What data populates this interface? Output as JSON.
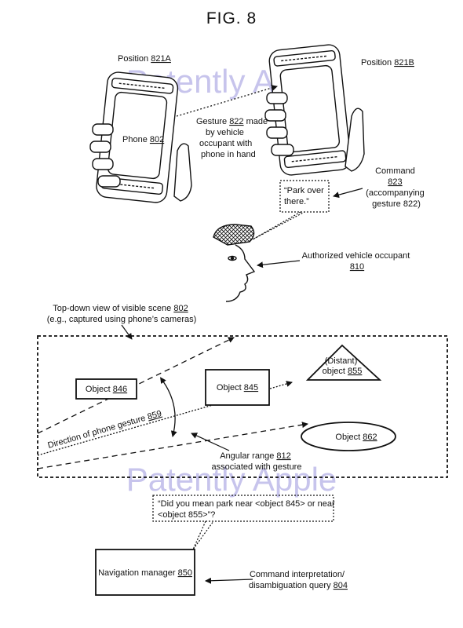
{
  "figure": {
    "title": "FIG. 8"
  },
  "watermark": {
    "top": "Patently Apple",
    "bottom": "Patently Apple"
  },
  "phone_left": {
    "position_text": "Position ",
    "position_ref": "821A",
    "label_text": "Phone ",
    "label_ref": "802"
  },
  "phone_right": {
    "position_text": "Position ",
    "position_ref": "821B"
  },
  "gesture": {
    "line1_text": "Gesture ",
    "line1_ref": "822",
    "line1_tail": " made",
    "line2": "by vehicle",
    "line3": "occupant with",
    "line4": "phone in hand"
  },
  "speech": {
    "line1": "“Park over",
    "line2": "there.”"
  },
  "command": {
    "line1": "Command",
    "ref": "823",
    "line3": "(accompanying",
    "line4": "gesture 822)"
  },
  "occupant": {
    "line1": "Authorized vehicle occupant",
    "ref": "810"
  },
  "scene_view": {
    "line1_text": "Top-down view of visible scene ",
    "line1_ref": "802",
    "line2": "(e.g., captured using phone’s cameras)"
  },
  "objects": {
    "o846": {
      "text": "Object ",
      "ref": "846"
    },
    "o845": {
      "text": "Object ",
      "ref": "845"
    },
    "o855": {
      "line1": "(Distant)",
      "text": "object ",
      "ref": "855"
    },
    "o862": {
      "text": "Object ",
      "ref": "862"
    }
  },
  "direction": {
    "text": "Direction of phone gesture ",
    "ref": "859"
  },
  "angular": {
    "line1_text": "Angular range ",
    "line1_ref": "812",
    "line2": "associated with gesture"
  },
  "query": {
    "line1": "“Did you mean park near <object 845> or near",
    "line2": "<object 855>”?"
  },
  "nav": {
    "text": "Navigation manager ",
    "ref": "850"
  },
  "interp": {
    "line1": "Command interpretation/",
    "line2_text": "disambiguation query ",
    "line2_ref": "804"
  }
}
